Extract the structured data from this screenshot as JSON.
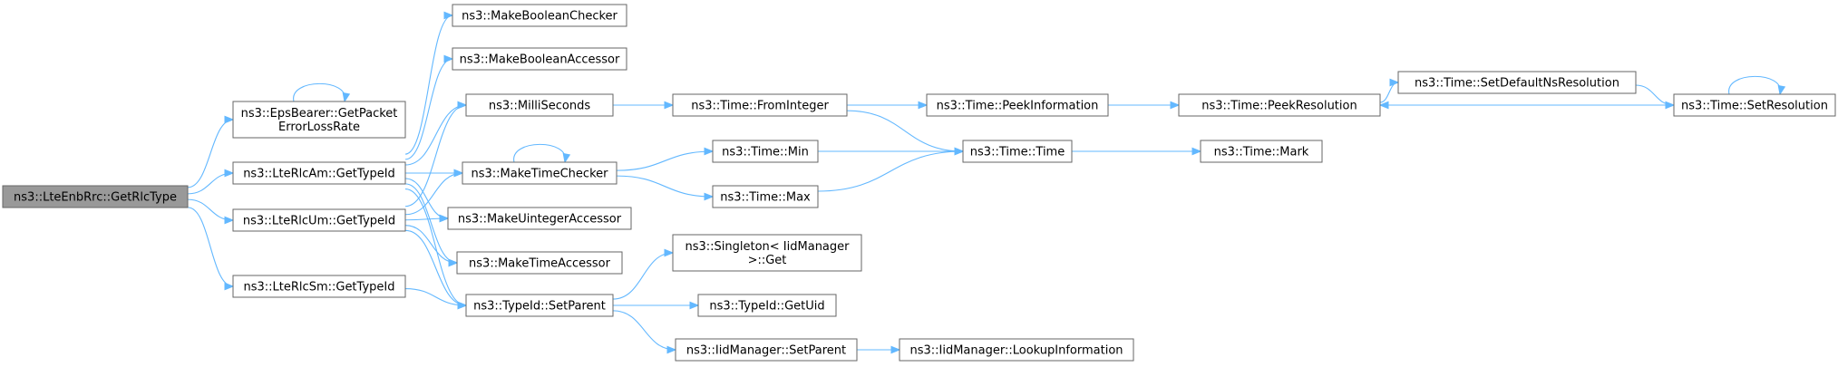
{
  "colors": {
    "node_fill": "#ffffff",
    "focus_fill": "#999999",
    "node_border": "#666666",
    "edge": "#63b8ff",
    "text": "#000000"
  },
  "nodes": [
    {
      "id": "n0",
      "lines": [
        "ns3::LteEnbRrc::GetRlcType"
      ],
      "focus": true
    },
    {
      "id": "n1",
      "lines": [
        "ns3::EpsBearer::GetPacket",
        "ErrorLossRate"
      ]
    },
    {
      "id": "n2",
      "lines": [
        "ns3::LteRlcAm::GetTypeId"
      ]
    },
    {
      "id": "n3",
      "lines": [
        "ns3::LteRlcUm::GetTypeId"
      ]
    },
    {
      "id": "n4",
      "lines": [
        "ns3::LteRlcSm::GetTypeId"
      ]
    },
    {
      "id": "n5",
      "lines": [
        "ns3::MakeBooleanChecker"
      ]
    },
    {
      "id": "n6",
      "lines": [
        "ns3::MakeBooleanAccessor"
      ]
    },
    {
      "id": "n7",
      "lines": [
        "ns3::MilliSeconds"
      ]
    },
    {
      "id": "n8",
      "lines": [
        "ns3::MakeTimeChecker"
      ]
    },
    {
      "id": "n9",
      "lines": [
        "ns3::MakeUintegerAccessor"
      ]
    },
    {
      "id": "n10",
      "lines": [
        "ns3::MakeTimeAccessor"
      ]
    },
    {
      "id": "n11",
      "lines": [
        "ns3::TypeId::SetParent"
      ]
    },
    {
      "id": "n12",
      "lines": [
        "ns3::Time::FromInteger"
      ]
    },
    {
      "id": "n13",
      "lines": [
        "ns3::Time::Min"
      ]
    },
    {
      "id": "n14",
      "lines": [
        "ns3::Time::Max"
      ]
    },
    {
      "id": "n15",
      "lines": [
        "ns3::Singleton< IidManager",
        ">::Get"
      ]
    },
    {
      "id": "n16",
      "lines": [
        "ns3::TypeId::GetUid"
      ]
    },
    {
      "id": "n17",
      "lines": [
        "ns3::IidManager::SetParent"
      ]
    },
    {
      "id": "n18",
      "lines": [
        "ns3::Time::PeekInformation"
      ]
    },
    {
      "id": "n19",
      "lines": [
        "ns3::Time::Time"
      ]
    },
    {
      "id": "n20",
      "lines": [
        "ns3::IidManager::LookupInformation"
      ]
    },
    {
      "id": "n21",
      "lines": [
        "ns3::Time::PeekResolution"
      ]
    },
    {
      "id": "n22",
      "lines": [
        "ns3::Time::Mark"
      ]
    },
    {
      "id": "n23",
      "lines": [
        "ns3::Time::SetDefaultNsResolution"
      ]
    },
    {
      "id": "n24",
      "lines": [
        "ns3::Time::SetResolution"
      ]
    }
  ],
  "edges": [
    [
      "n0",
      "n1"
    ],
    [
      "n0",
      "n2"
    ],
    [
      "n0",
      "n3"
    ],
    [
      "n0",
      "n4"
    ],
    [
      "n1",
      "n1"
    ],
    [
      "n2",
      "n5"
    ],
    [
      "n2",
      "n6"
    ],
    [
      "n2",
      "n7"
    ],
    [
      "n2",
      "n8"
    ],
    [
      "n2",
      "n9"
    ],
    [
      "n2",
      "n10"
    ],
    [
      "n2",
      "n11"
    ],
    [
      "n3",
      "n7"
    ],
    [
      "n3",
      "n8"
    ],
    [
      "n3",
      "n9"
    ],
    [
      "n3",
      "n10"
    ],
    [
      "n3",
      "n11"
    ],
    [
      "n4",
      "n11"
    ],
    [
      "n7",
      "n12"
    ],
    [
      "n8",
      "n8"
    ],
    [
      "n8",
      "n13"
    ],
    [
      "n8",
      "n14"
    ],
    [
      "n11",
      "n15"
    ],
    [
      "n11",
      "n16"
    ],
    [
      "n11",
      "n17"
    ],
    [
      "n12",
      "n18"
    ],
    [
      "n12",
      "n19"
    ],
    [
      "n13",
      "n19"
    ],
    [
      "n14",
      "n19"
    ],
    [
      "n17",
      "n20"
    ],
    [
      "n18",
      "n21"
    ],
    [
      "n19",
      "n22"
    ],
    [
      "n21",
      "n23"
    ],
    [
      "n23",
      "n24"
    ],
    [
      "n24",
      "n21"
    ],
    [
      "n24",
      "n24"
    ]
  ]
}
